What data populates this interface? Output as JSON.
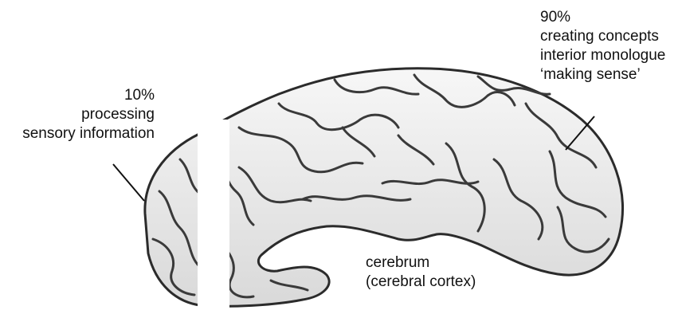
{
  "annotations": {
    "sensory": {
      "percent": "10%",
      "line1": "processing",
      "line2": "sensory information"
    },
    "concepts": {
      "percent": "90%",
      "line1": "creating concepts",
      "line2": "interior monologue",
      "line3": "‘making sense’"
    },
    "structure": {
      "line1": "cerebrum",
      "line2": "(cerebral cortex)"
    }
  },
  "colors": {
    "brain_fill": "#f1f1f1",
    "brain_outline": "#2b2b2b",
    "sulci": "#3a3a3a",
    "gap": "#ffffff"
  },
  "icons": {
    "illustration": "brain-hemisphere-icon"
  }
}
